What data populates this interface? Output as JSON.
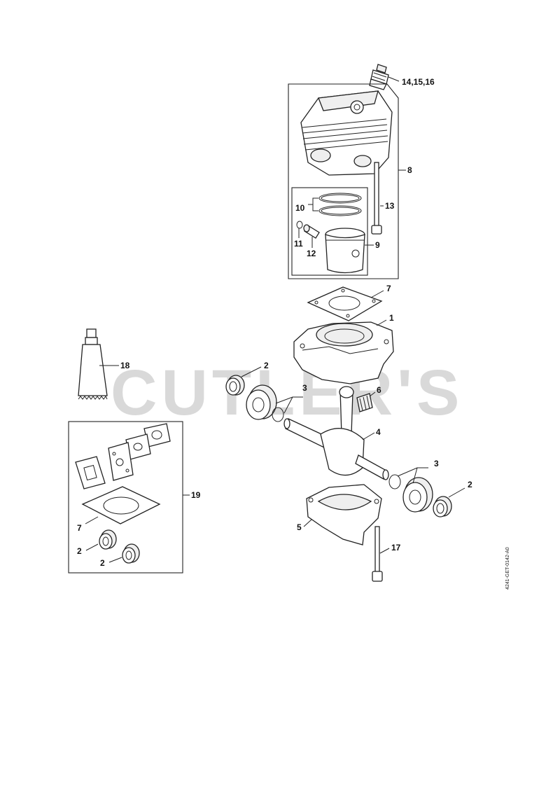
{
  "watermark": "CUTLER'S",
  "drawing_code": "4241-GET-0142-A0",
  "callouts": {
    "c_14_15_16": "14,15,16",
    "c_8": "8",
    "c_13": "13",
    "c_10": "10",
    "c_11": "11",
    "c_12": "12",
    "c_9": "9",
    "c_7_top": "7",
    "c_1": "1",
    "c_18": "18",
    "c_2_left": "2",
    "c_3_left": "3",
    "c_6": "6",
    "c_4": "4",
    "c_3_right": "3",
    "c_2_right": "2",
    "c_5": "5",
    "c_17": "17",
    "c_19": "19",
    "c_7_kit": "7",
    "c_2_kit_a": "2",
    "c_2_kit_b": "2"
  }
}
